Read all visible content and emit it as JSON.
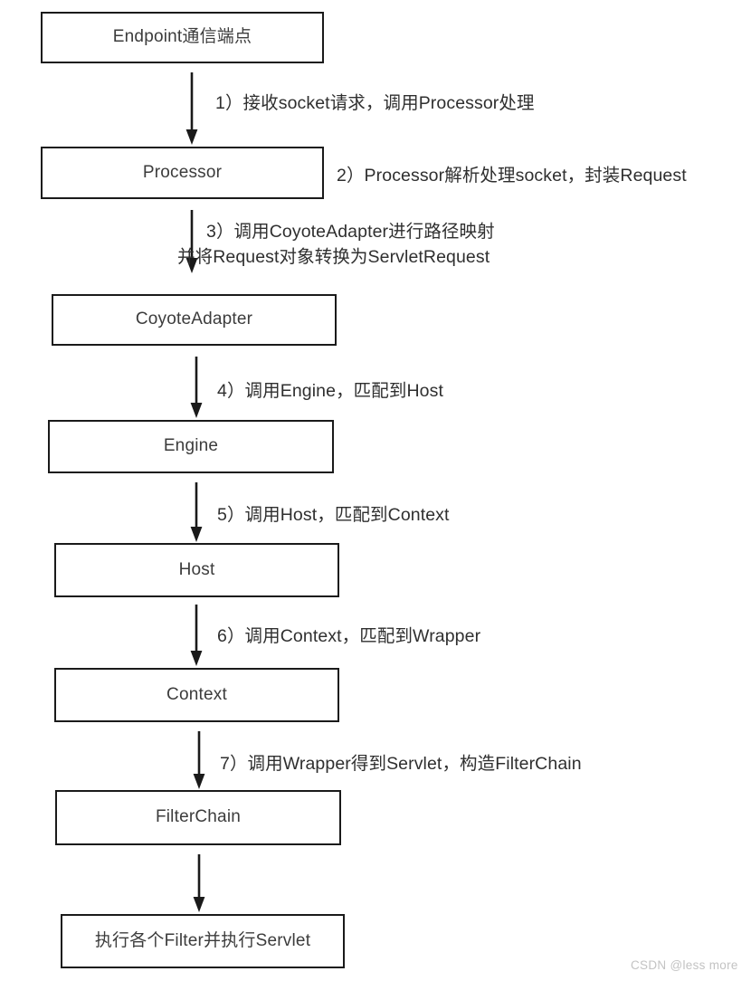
{
  "diagram": {
    "title": "Tomcat request processing flow",
    "colors": {
      "box_border": "#1a1a1a",
      "box_fill": "#ffffff",
      "text": "#3c3c3c",
      "label_text": "#2f2f2f",
      "arrow": "#1a1a1a",
      "watermark": "#c3c3c3",
      "background": "#ffffff"
    },
    "nodes": [
      {
        "id": "endpoint",
        "label": "Endpoint通信端点"
      },
      {
        "id": "processor",
        "label": "Processor"
      },
      {
        "id": "coyote-adapter",
        "label": "CoyoteAdapter"
      },
      {
        "id": "engine",
        "label": "Engine"
      },
      {
        "id": "host",
        "label": "Host"
      },
      {
        "id": "context",
        "label": "Context"
      },
      {
        "id": "filter-chain",
        "label": "FilterChain"
      },
      {
        "id": "execute-filters",
        "label": "执行各个Filter并执行Servlet"
      }
    ],
    "edges": [
      {
        "id": "edge-1",
        "from": "endpoint",
        "to": "processor",
        "label": "1）接收socket请求，调用Processor处理",
        "label_line2": ""
      },
      {
        "id": "edge-2",
        "from": "processor",
        "to": "coyote-adapter",
        "label": "3）调用CoyoteAdapter进行路径映射",
        "label_line2": "并将Request对象转换为ServletRequest"
      },
      {
        "id": "edge-3",
        "from": "coyote-adapter",
        "to": "engine",
        "label": "4）调用Engine，匹配到Host",
        "label_line2": ""
      },
      {
        "id": "edge-4",
        "from": "engine",
        "to": "host",
        "label": "5）调用Host，匹配到Context",
        "label_line2": ""
      },
      {
        "id": "edge-5",
        "from": "host",
        "to": "context",
        "label": "6）调用Context，匹配到Wrapper",
        "label_line2": ""
      },
      {
        "id": "edge-6",
        "from": "context",
        "to": "filter-chain",
        "label": "7）调用Wrapper得到Servlet，构造FilterChain",
        "label_line2": ""
      },
      {
        "id": "edge-7",
        "from": "filter-chain",
        "to": "execute-filters",
        "label": "",
        "label_line2": ""
      }
    ],
    "side_notes": [
      {
        "id": "note-processor",
        "attached_to": "processor",
        "text": "2）Processor解析处理socket，封装Request"
      }
    ],
    "watermark": "CSDN @less more"
  }
}
